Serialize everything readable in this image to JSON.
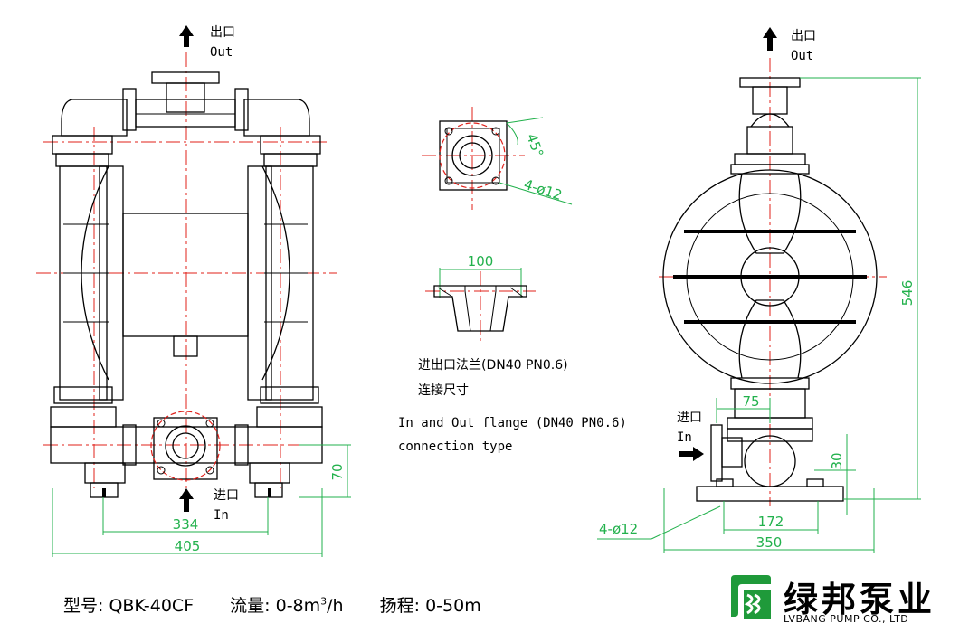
{
  "front_view": {
    "outlet_cn": "出口",
    "outlet_en": "Out",
    "inlet_cn": "进口",
    "inlet_en": "In",
    "dim_inlet_spacing": "334",
    "dim_overall_width": "405",
    "dim_inlet_height": "70"
  },
  "flange_detail": {
    "angle": "45°",
    "holes": "4-ø12",
    "flange_diameter": "100",
    "caption_cn_line1": "进出口法兰(DN40 PN0.6)",
    "caption_cn_line2": "连接尺寸",
    "caption_en_line1": "In and Out flange (DN40 PN0.6)",
    "caption_en_line2": "connection type"
  },
  "side_view": {
    "outlet_cn": "出口",
    "outlet_en": "Out",
    "inlet_cn": "进口",
    "inlet_en": "In",
    "dim_height": "546",
    "dim_inlet_offset": "75",
    "dim_base_height": "30",
    "dim_base_holes": "4-ø12",
    "dim_base_spacing": "172",
    "dim_overall_depth": "350"
  },
  "specs": {
    "model": "型号: QBK-40CF",
    "flow_prefix": "流量: 0-8m",
    "flow_sup": "3",
    "flow_suffix": "/h",
    "head": "扬程: 0-50m"
  },
  "brand": {
    "name_cn": "绿邦泵业",
    "name_en": "LVBANG PUMP CO., LTD",
    "color": "#1f9a3a"
  }
}
